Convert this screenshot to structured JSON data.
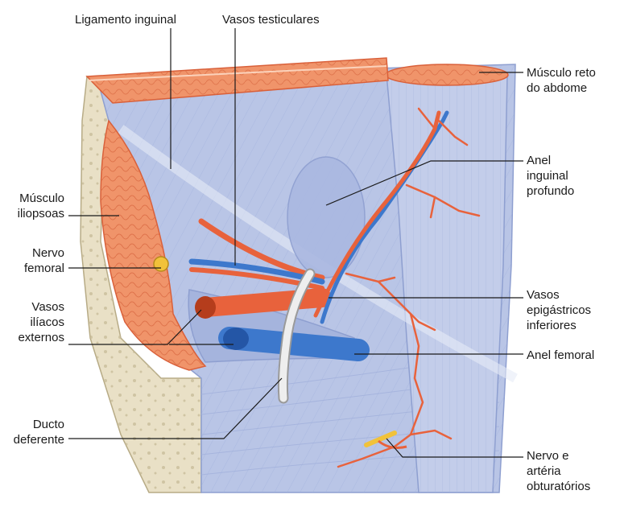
{
  "labels": {
    "inguinal_ligament": "Ligamento inguinal",
    "testicular_vessels": "Vasos testiculares",
    "rectus_abdominis": [
      "Músculo reto",
      "do abdome"
    ],
    "deep_inguinal_ring": [
      "Anel",
      "inguinal",
      "profundo"
    ],
    "iliopsoas": [
      "Músculo",
      "iliopsoas"
    ],
    "femoral_nerve": [
      "Nervo",
      "femoral"
    ],
    "external_iliac_vessels": [
      "Vasos",
      "ilíacos",
      "externos"
    ],
    "inferior_epigastric_vessels": [
      "Vasos",
      "epigástricos",
      "inferiores"
    ],
    "femoral_ring": "Anel femoral",
    "ductus_deferens": [
      "Ducto",
      "deferente"
    ],
    "obturator": [
      "Nervo e",
      "artéria",
      "obturatórios"
    ]
  },
  "colors": {
    "fascia": "#b9c5e6",
    "fascia_dark": "#8e9fd0",
    "muscle": "#f0946a",
    "muscle_dark": "#d9603a",
    "artery": "#e8623c",
    "vein": "#3d78cc",
    "bone": "#e9e0c6",
    "nerve": "#f1c23a",
    "duct": "#e6e6e6",
    "leader": "#1a1a1a"
  }
}
